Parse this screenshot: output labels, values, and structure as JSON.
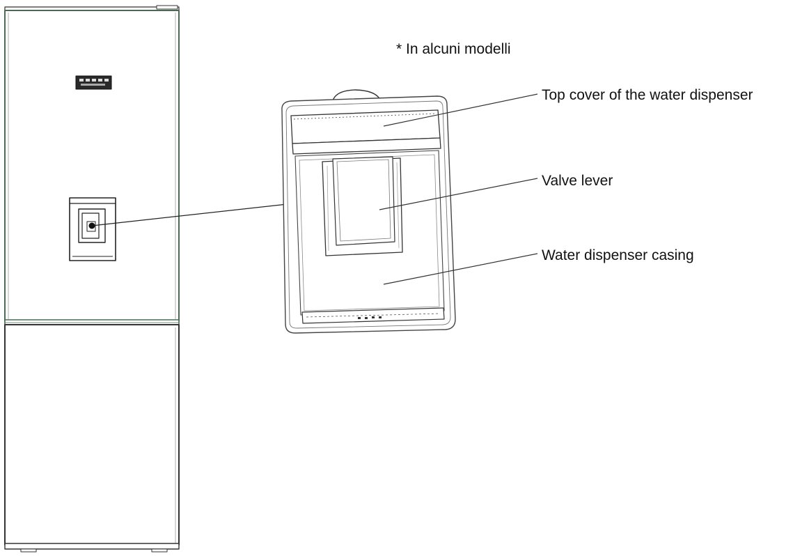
{
  "note": "* In alcuni modelli",
  "callouts": [
    {
      "id": "top-cover",
      "label": "Top cover of the water dispenser"
    },
    {
      "id": "valve-lever",
      "label": "Valve lever"
    },
    {
      "id": "dispenser-casing",
      "label": "Water dispenser casing"
    }
  ],
  "colors": {
    "outline": "#2b2b2b",
    "door_outline": "#4a6a55",
    "text": "#111111"
  }
}
